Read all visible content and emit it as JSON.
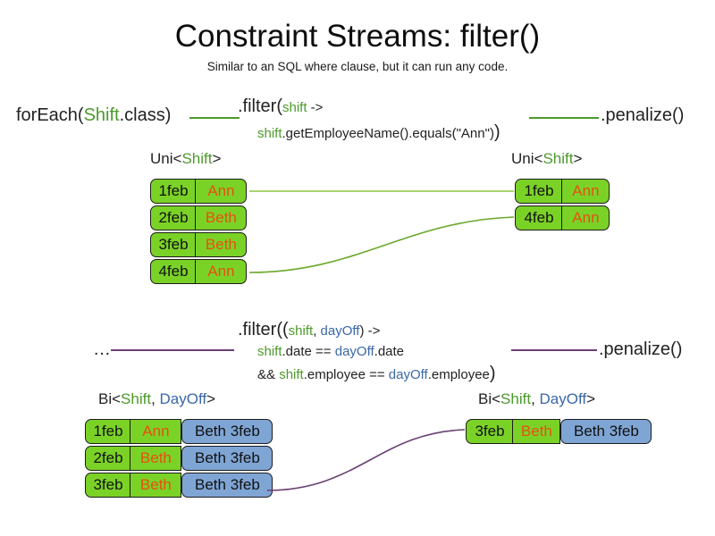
{
  "slide": {
    "title": "Constraint Streams: filter()",
    "subtitle": "Similar to an SQL where clause, but it can run any code.",
    "colors": {
      "green_accent": "#4c9a2a",
      "blue_accent": "#3a68a8",
      "purple_line": "#6b3f74",
      "box_green": "#7bd227",
      "box_blue": "#7fa5d4",
      "name_orange": "#e8500f",
      "outline": "#1b1b1b"
    }
  },
  "section_uni": {
    "source_call": {
      "prefix": "forEach(",
      "type": "Shift",
      "suffix": ".class)"
    },
    "filter": {
      "line1_prefix": ".filter(",
      "line1_param": "shift",
      "line1_arrow": " ->",
      "line2_var": "shift",
      "line2_rest": ".getEmployeeName().equals(\"Ann\")",
      "line2_close": ")"
    },
    "penalize_label": ".penalize()",
    "input_label": {
      "prefix": "Uni<",
      "type": "Shift",
      "suffix": ">"
    },
    "output_label": {
      "prefix": "Uni<",
      "type": "Shift",
      "suffix": ">"
    },
    "input_rows": [
      {
        "date": "1feb",
        "name": "Ann"
      },
      {
        "date": "2feb",
        "name": "Beth"
      },
      {
        "date": "3feb",
        "name": "Beth"
      },
      {
        "date": "4feb",
        "name": "Ann"
      }
    ],
    "output_rows": [
      {
        "date": "1feb",
        "name": "Ann"
      },
      {
        "date": "4feb",
        "name": "Ann"
      }
    ]
  },
  "section_bi": {
    "source_call": "…",
    "filter": {
      "line1_prefix": ".filter((",
      "line1_param1": "shift",
      "line1_comma": ", ",
      "line1_param2": "dayOff",
      "line1_arrow": ") ->",
      "line2_var1": "shift",
      "line2_mid": ".date == ",
      "line2_var2": "dayOff",
      "line2_tail": ".date",
      "line3_lead": "&& ",
      "line3_var1": "shift",
      "line3_mid": ".employee == ",
      "line3_var2": "dayOff",
      "line3_tail": ".employee",
      "line3_close": ")"
    },
    "penalize_label": ".penalize()",
    "input_label": {
      "prefix": "Bi<",
      "type1": "Shift",
      "comma": ", ",
      "type2": "DayOff",
      "suffix": ">"
    },
    "output_label": {
      "prefix": "Bi<",
      "type1": "Shift",
      "comma": ", ",
      "type2": "DayOff",
      "suffix": ">"
    },
    "input_rows": [
      {
        "date": "1feb",
        "name": "Ann",
        "dayoff": "Beth 3feb"
      },
      {
        "date": "2feb",
        "name": "Beth",
        "dayoff": "Beth 3feb"
      },
      {
        "date": "3feb",
        "name": "Beth",
        "dayoff": "Beth 3feb"
      }
    ],
    "output_rows": [
      {
        "date": "3feb",
        "name": "Beth",
        "dayoff": "Beth 3feb"
      }
    ]
  }
}
